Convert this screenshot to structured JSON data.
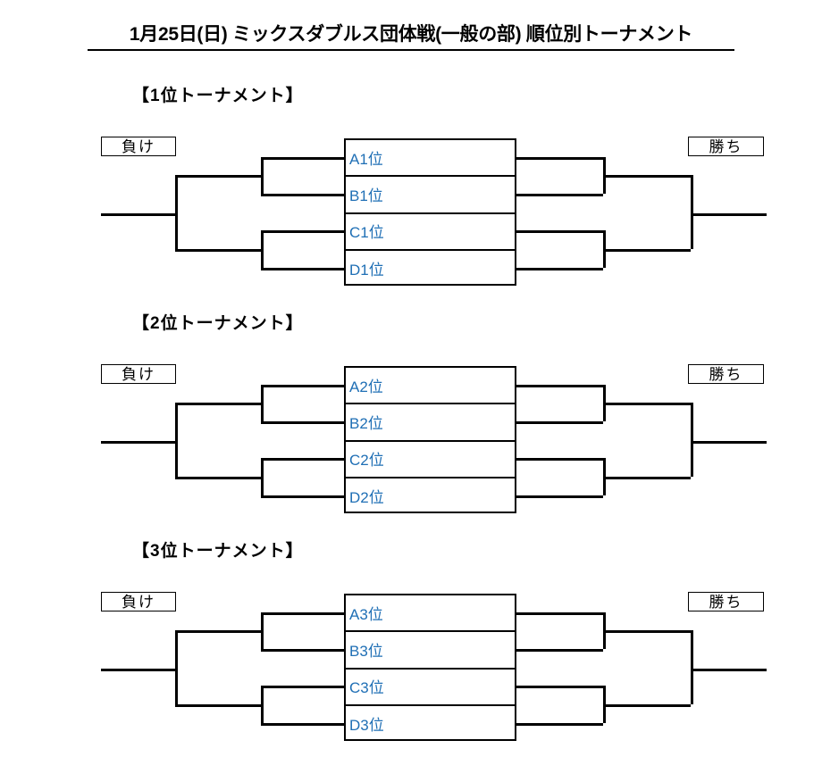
{
  "page": {
    "title": "1月25日(日) ミックスダブルス団体戦(一般の部) 順位別トーナメント",
    "text_color": "#000000",
    "entry_color": "#1f6fb5",
    "line_color": "#000000",
    "background": "#ffffff"
  },
  "labels": {
    "lose": "負け",
    "win": "勝ち"
  },
  "tournaments": [
    {
      "heading": "【1位トーナメント】",
      "lose_tag": "負け",
      "win_tag": "勝ち",
      "entries": [
        "A1位",
        "B1位",
        "C1位",
        "D1位"
      ]
    },
    {
      "heading": "【2位トーナメント】",
      "lose_tag": "負け",
      "win_tag": "勝ち",
      "entries": [
        "A2位",
        "B2位",
        "C2位",
        "D2位"
      ]
    },
    {
      "heading": "【3位トーナメント】",
      "lose_tag": "負け",
      "win_tag": "勝ち",
      "entries": [
        "A3位",
        "B3位",
        "C3位",
        "D3位"
      ]
    }
  ]
}
